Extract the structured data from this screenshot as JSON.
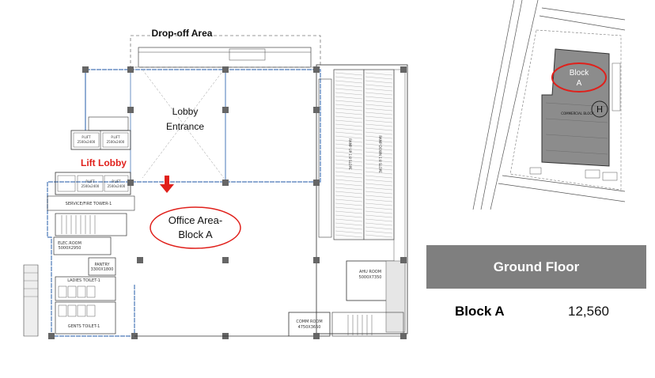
{
  "plan": {
    "dropoff_label": "Drop-off Area",
    "lobby_entrance_line1": "Lobby",
    "lobby_entrance_line2": "Entrance",
    "lift_lobby_label": "Lift Lobby",
    "office_area_line1": "Office Area-",
    "office_area_line2": "Block A",
    "rooms": {
      "lift1": "P.LIFT",
      "lift1_size": "2500x2400",
      "lift2": "P.LIFT",
      "lift2_size": "2500x2400",
      "lift3": "P.LIFT",
      "lift3_size": "2500x2400",
      "lift4": "P.LIFT",
      "lift4_size": "2500x2400",
      "service_tower": "SERVICE/FIRE TOWER-1",
      "elec_room": "ELEC.ROOM",
      "elec_size": "5000X2950",
      "pantry": "PANTRY",
      "pantry_size": "3300X1800",
      "ladies_toilet": "LADIES TOILET-1",
      "gents_toilet": "GENTS TOILET-1",
      "ahu_room": "AHU ROOM",
      "ahu_size": "5000X7350",
      "comm_room": "COMM ROOM",
      "comm_size": "4750X3650",
      "ramp_left": "RAMP UP 1:8 SLOPE",
      "ramp_right": "RAMP DOWN 1:8 SLOPE"
    }
  },
  "keyplan": {
    "block_label_line1": "Block",
    "block_label_line2": "A",
    "building_label": "COMMERCIAL BLOCK",
    "helipad_letter": "H"
  },
  "summary": {
    "title": "Ground Floor",
    "block_name": "Block A",
    "area_value": "12,560"
  },
  "colors": {
    "accent_red": "#e0201b",
    "title_bar": "#7f7f7f",
    "wall_blue": "#4a78b8",
    "building_gray": "#8c8c8c"
  }
}
